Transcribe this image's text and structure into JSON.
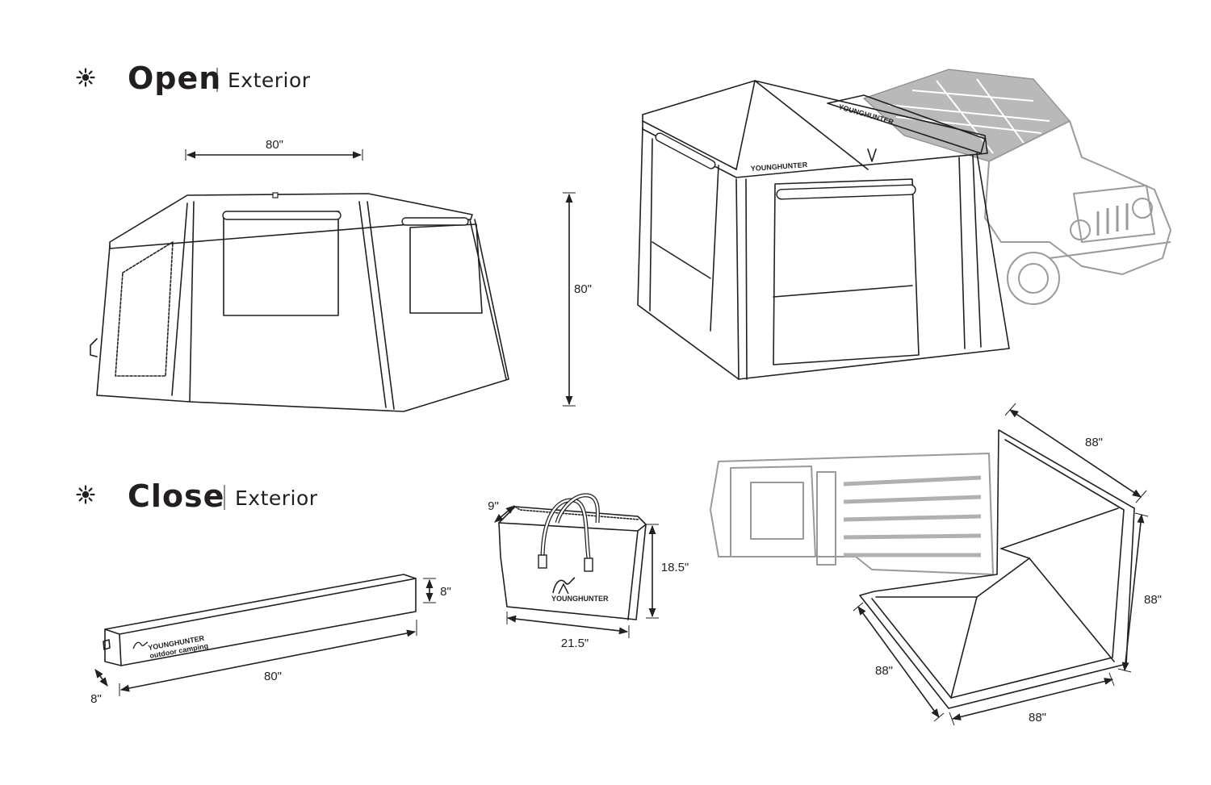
{
  "sections": {
    "open": {
      "title": "Open",
      "subtitle": "Exterior"
    },
    "close": {
      "title": "Close",
      "subtitle": "Exterior"
    }
  },
  "icons": {
    "section_bullet": "sun-bullet-icon"
  },
  "dimensions": {
    "open_width": "80\"",
    "open_height": "80\"",
    "awning_side_top": "88\"",
    "awning_side_right": "88\"",
    "awning_side_bottom": "88\"",
    "awning_side_left": "88\"",
    "bag_depth": "9\"",
    "bag_height": "18.5\"",
    "bag_width": "21.5\"",
    "case_height": "8\"",
    "case_length": "80\"",
    "case_depth": "8\""
  },
  "brand": {
    "name": "YOUNGHUNTER",
    "tagline": "outdoor camping"
  }
}
